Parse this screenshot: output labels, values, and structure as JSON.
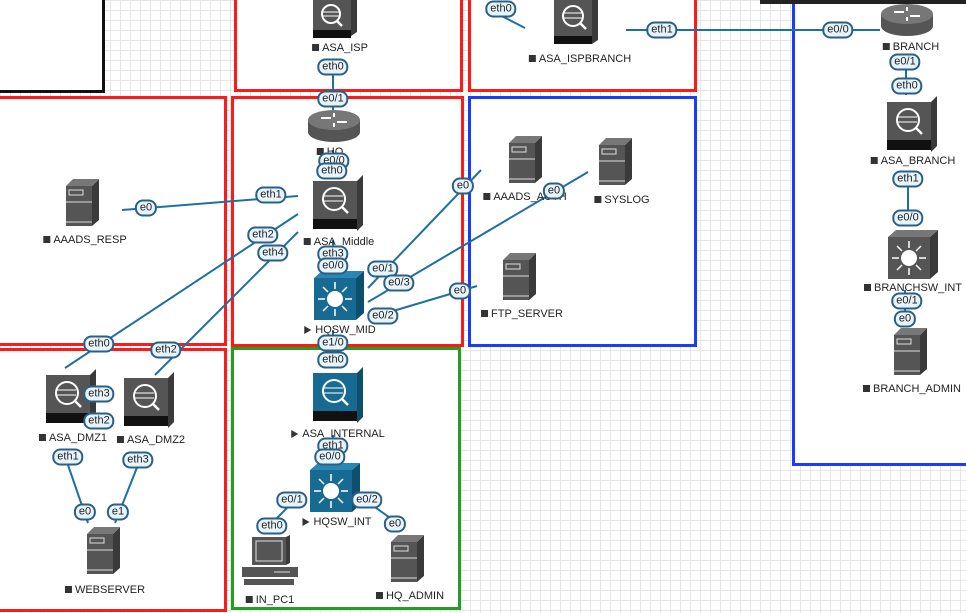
{
  "colors": {
    "zone_red": "#ff1a1a",
    "zone_blue": "#1a3cff",
    "zone_green": "#22a022",
    "link": "#1f6fa3",
    "device_gray": "#555555",
    "device_blue": "#176b93"
  },
  "nodes": [
    {
      "id": "asa_isp",
      "label": "ASA_ISP",
      "type": "firewall",
      "style": "gray",
      "status": "stopped"
    },
    {
      "id": "asa_ispbranch",
      "label": "ASA_ISPBRANCH",
      "type": "firewall",
      "style": "gray",
      "status": "stopped"
    },
    {
      "id": "branch",
      "label": "BRANCH",
      "type": "router",
      "style": "gray",
      "status": "stopped"
    },
    {
      "id": "hq",
      "label": "HQ",
      "type": "router",
      "style": "gray",
      "status": "stopped"
    },
    {
      "id": "asa_branch",
      "label": "ASA_BRANCH",
      "type": "firewall",
      "style": "gray",
      "status": "stopped"
    },
    {
      "id": "asa_middle",
      "label": "ASA_Middle",
      "type": "firewall",
      "style": "gray",
      "status": "stopped"
    },
    {
      "id": "aaads_resp",
      "label": "AAADS_RESP",
      "type": "server",
      "style": "gray",
      "status": "stopped"
    },
    {
      "id": "aaads_auth",
      "label": "AAADS_AUTH",
      "type": "server",
      "style": "gray",
      "status": "stopped"
    },
    {
      "id": "syslog",
      "label": "SYSLOG",
      "type": "server",
      "style": "gray",
      "status": "stopped"
    },
    {
      "id": "hqsw_mid",
      "label": "HQSW_MID",
      "type": "switch",
      "style": "blue",
      "status": "running"
    },
    {
      "id": "ftp_server",
      "label": "FTP_SERVER",
      "type": "server",
      "style": "gray",
      "status": "stopped"
    },
    {
      "id": "branchsw_int",
      "label": "BRANCHSW_INT",
      "type": "switch",
      "style": "gray",
      "status": "stopped"
    },
    {
      "id": "branch_admin",
      "label": "BRANCH_ADMIN",
      "type": "server",
      "style": "gray",
      "status": "stopped"
    },
    {
      "id": "asa_dmz1",
      "label": "ASA_DMZ1",
      "type": "firewall",
      "style": "gray",
      "status": "stopped"
    },
    {
      "id": "asa_dmz2",
      "label": "ASA_DMZ2",
      "type": "firewall",
      "style": "gray",
      "status": "stopped"
    },
    {
      "id": "asa_internal",
      "label": "ASA_INTERNAL",
      "type": "firewall",
      "style": "blue",
      "status": "running"
    },
    {
      "id": "hqsw_int",
      "label": "HQSW_INT",
      "type": "switch",
      "style": "blue",
      "status": "running"
    },
    {
      "id": "webserver",
      "label": "WEBSERVER",
      "type": "server",
      "style": "gray",
      "status": "stopped"
    },
    {
      "id": "in_pc1",
      "label": "IN_PC1",
      "type": "pc",
      "style": "gray",
      "status": "stopped"
    },
    {
      "id": "hq_admin",
      "label": "HQ_ADMIN",
      "type": "server",
      "style": "gray",
      "status": "stopped"
    }
  ],
  "ports": [
    {
      "node": "asa_isp",
      "label": "eth0"
    },
    {
      "node": "hq",
      "label": "e0/1"
    },
    {
      "node": "asa_ispbranch",
      "label": "eth0"
    },
    {
      "node": "asa_ispbranch",
      "label": "eth1"
    },
    {
      "node": "branch",
      "label": "e0/0"
    },
    {
      "node": "branch",
      "label": "e0/1"
    },
    {
      "node": "asa_branch",
      "label": "eth0"
    },
    {
      "node": "asa_branch",
      "label": "eth1"
    },
    {
      "node": "branchsw_int",
      "label": "e0/0"
    },
    {
      "node": "branchsw_int",
      "label": "e0/1"
    },
    {
      "node": "branch_admin",
      "label": "e0"
    },
    {
      "node": "hq",
      "label": "e0/0"
    },
    {
      "node": "asa_middle",
      "label": "eth0"
    },
    {
      "node": "asa_middle",
      "label": "eth1"
    },
    {
      "node": "aaads_resp",
      "label": "e0"
    },
    {
      "node": "asa_middle",
      "label": "eth2"
    },
    {
      "node": "asa_middle",
      "label": "eth4"
    },
    {
      "node": "asa_middle",
      "label": "eth3"
    },
    {
      "node": "hqsw_mid",
      "label": "e0/0"
    },
    {
      "node": "aaads_auth",
      "label": "e0"
    },
    {
      "node": "syslog",
      "label": "e0"
    },
    {
      "node": "hqsw_mid",
      "label": "e0/1"
    },
    {
      "node": "hqsw_mid",
      "label": "e0/3"
    },
    {
      "node": "ftp_server",
      "label": "e0"
    },
    {
      "node": "hqsw_mid",
      "label": "e0/2"
    },
    {
      "node": "hqsw_mid",
      "label": "e1/0"
    },
    {
      "node": "asa_internal",
      "label": "eth0"
    },
    {
      "node": "asa_dmz1",
      "label": "eth0"
    },
    {
      "node": "asa_dmz2",
      "label": "eth2"
    },
    {
      "node": "asa_dmz1",
      "label": "eth3"
    },
    {
      "node": "asa_dmz1",
      "label": "eth2"
    },
    {
      "node": "asa_dmz1",
      "label": "eth1"
    },
    {
      "node": "asa_dmz2",
      "label": "eth3"
    },
    {
      "node": "webserver",
      "label": "e0"
    },
    {
      "node": "webserver",
      "label": "e1"
    },
    {
      "node": "asa_internal",
      "label": "eth1"
    },
    {
      "node": "hqsw_int",
      "label": "e0/0"
    },
    {
      "node": "hqsw_int",
      "label": "e0/1"
    },
    {
      "node": "in_pc1",
      "label": "eth0"
    },
    {
      "node": "hqsw_int",
      "label": "e0/2"
    },
    {
      "node": "hq_admin",
      "label": "e0"
    }
  ]
}
